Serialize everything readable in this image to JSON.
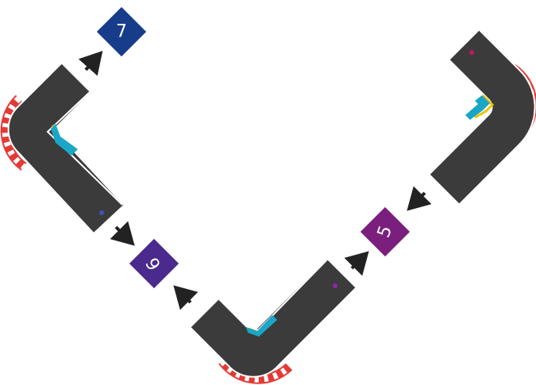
{
  "tiles": [
    {
      "id": "track-tile-top-right",
      "turn": "right",
      "dot_color": "#c2185b"
    },
    {
      "id": "track-tile-bottom",
      "turn": "left",
      "dot_color": "#8e24aa"
    },
    {
      "id": "track-tile-left",
      "turn": "left",
      "dot_color": "#3f51b5"
    }
  ],
  "badges": [
    {
      "id": "badge-5",
      "label": "5",
      "color": "#7b1f7f"
    },
    {
      "id": "badge-6",
      "label": "6",
      "color": "#4a2a8c"
    },
    {
      "id": "badge-7",
      "label": "7",
      "color": "#173c8a"
    }
  ],
  "colors": {
    "asphalt": "#3b3b3b",
    "edge_line": "#ffffff",
    "curb_red": "#e53935",
    "curb_white": "#ffffff",
    "inner_strip": "#f2c200",
    "inner_block": "#1aa7c7",
    "arrow": "#222222"
  },
  "arrows": [
    {
      "id": "arrow-to-5"
    },
    {
      "id": "arrow-from-5"
    },
    {
      "id": "arrow-to-6-left"
    },
    {
      "id": "arrow-to-6-bottom"
    },
    {
      "id": "arrow-to-7"
    }
  ]
}
